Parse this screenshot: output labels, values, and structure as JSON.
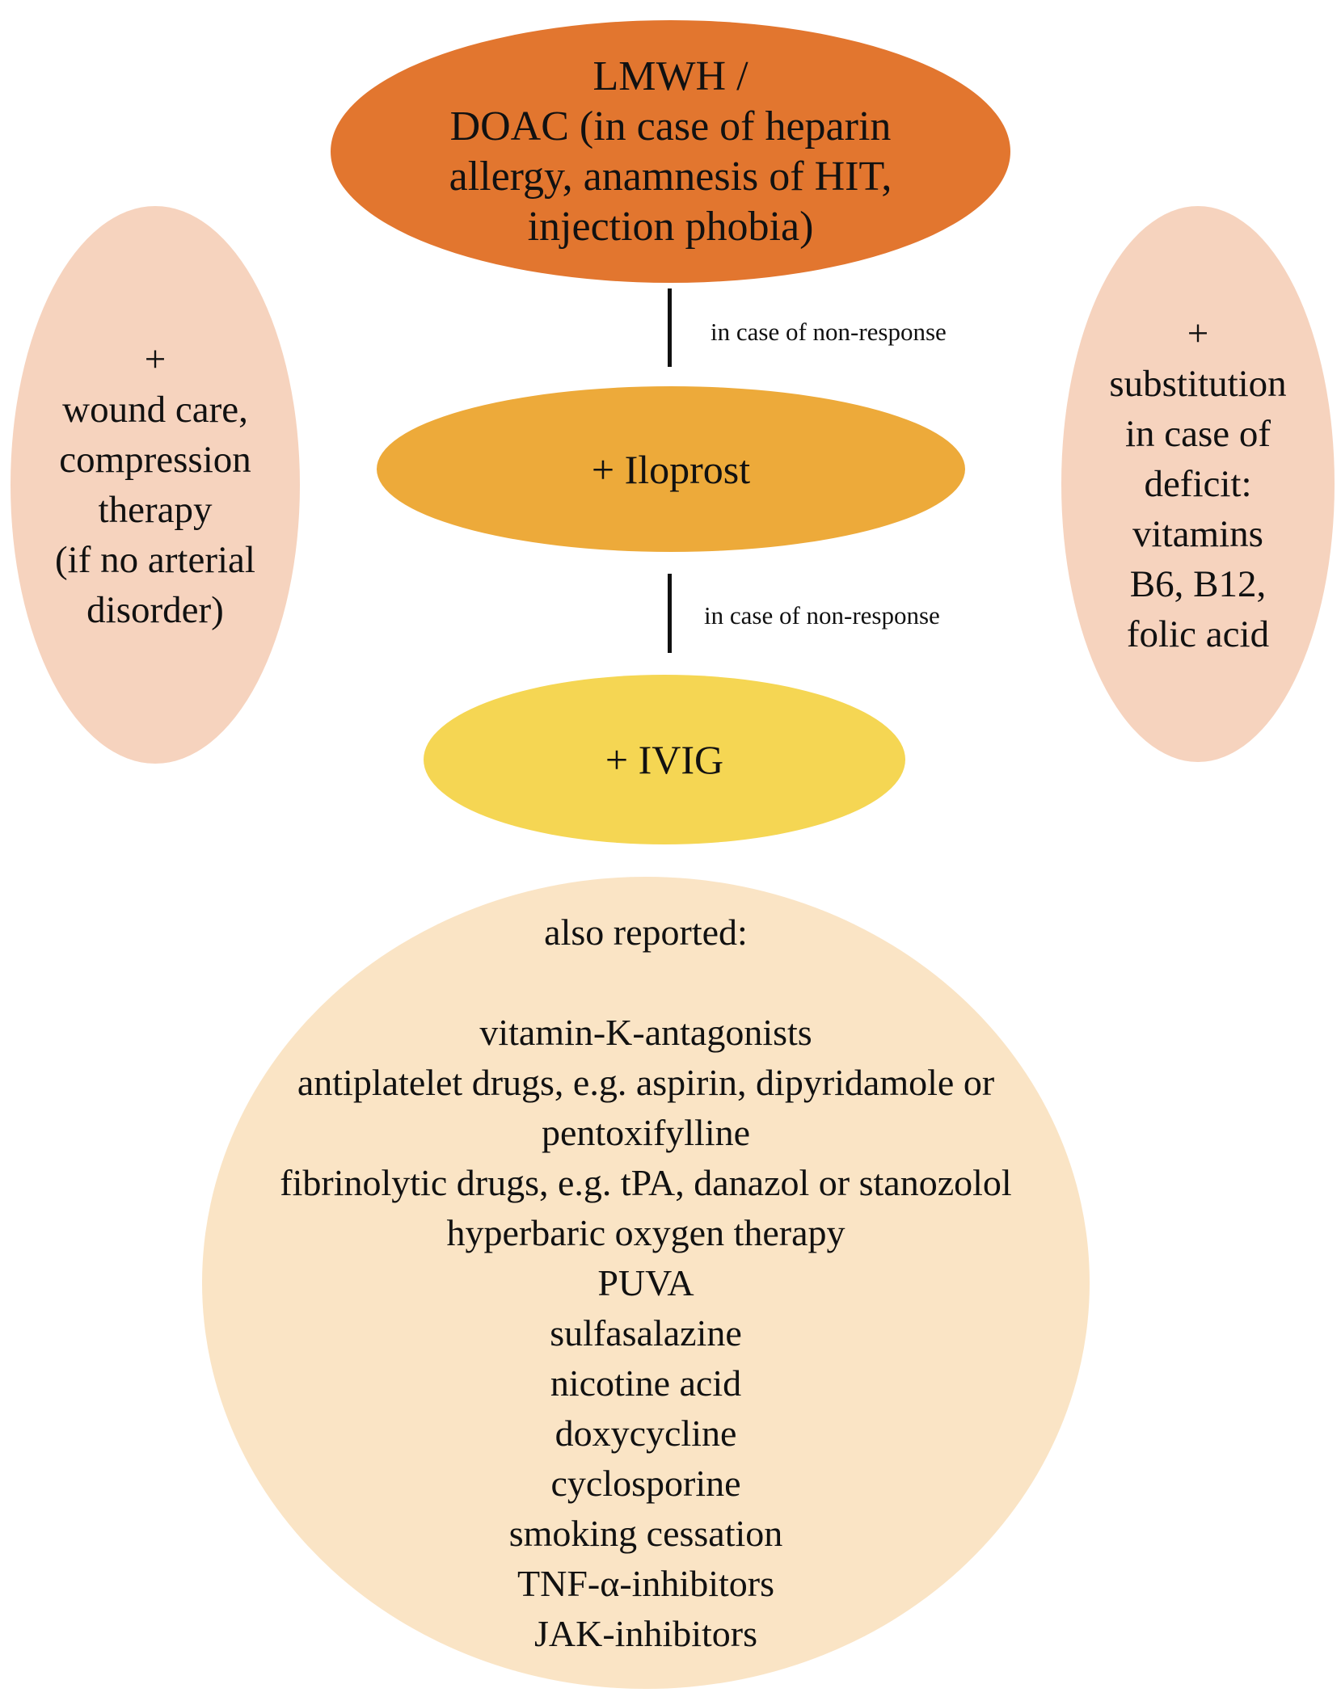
{
  "primary": {
    "lines": [
      "LMWH /",
      "DOAC (in case of heparin",
      "allergy, anamnesis of HIT,",
      "injection phobia)"
    ],
    "color": "#e2762f"
  },
  "second_line": {
    "label": "+ Iloprost",
    "color": "#edaa3a"
  },
  "third_line": {
    "label": "+ IVIG",
    "color": "#f5d653"
  },
  "edges": [
    "in case of non-response",
    "in case of non-response"
  ],
  "adjunct_left": {
    "lines": [
      "+",
      "wound care,",
      "compression",
      "therapy",
      "(if no arterial",
      "disorder)"
    ],
    "color": "#f6d3be"
  },
  "adjunct_right": {
    "lines": [
      "+",
      "substitution",
      "in case of",
      "deficit:",
      "vitamins",
      "B6, B12,",
      "folic acid"
    ],
    "color": "#f6d3be"
  },
  "also_reported": {
    "heading": "also reported:",
    "items": [
      "vitamin-K-antagonists",
      "antiplatelet drugs, e.g. aspirin, dipyridamole or",
      "pentoxifylline",
      "fibrinolytic drugs, e.g. tPA, danazol or stanozolol",
      "hyperbaric oxygen therapy",
      "PUVA",
      "sulfasalazine",
      "nicotine acid",
      "doxycycline",
      "cyclosporine",
      "smoking cessation",
      "TNF-α-inhibitors",
      "JAK-inhibitors"
    ],
    "color": "#fae4c5"
  }
}
